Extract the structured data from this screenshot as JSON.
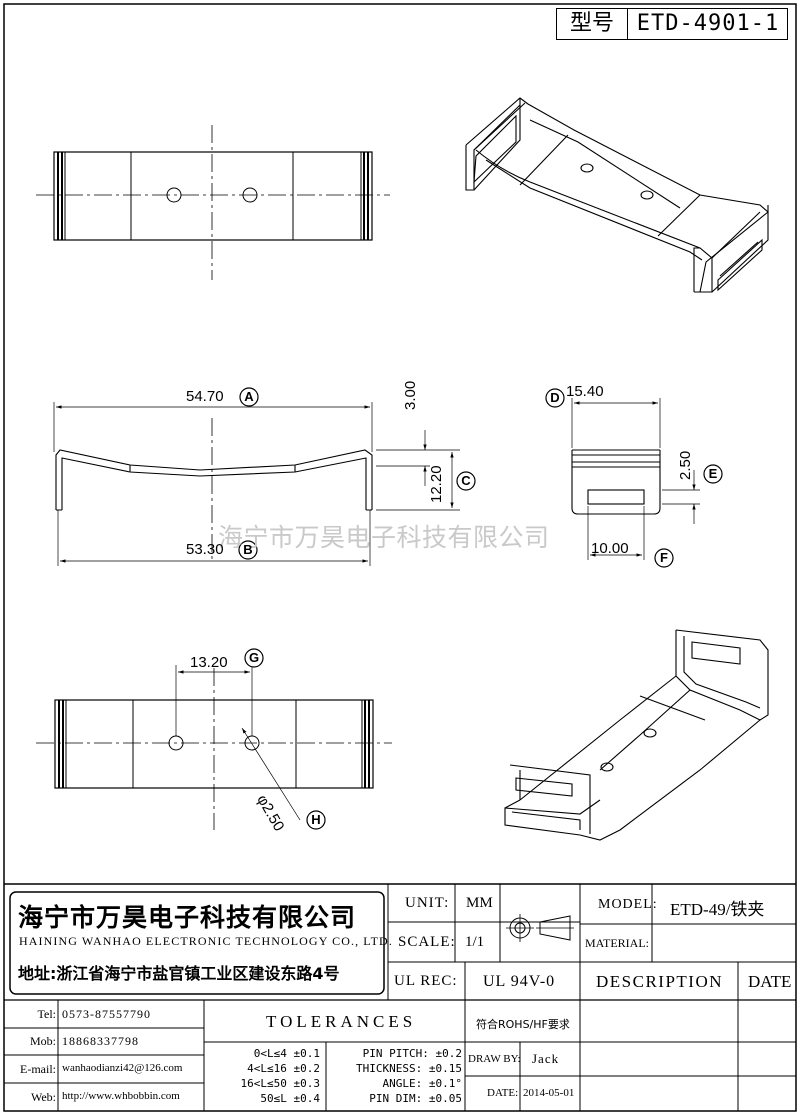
{
  "header": {
    "model_key": "型号",
    "model_value": "ETD-4901-1"
  },
  "watermark": "海宁市万昊电子科技有限公司",
  "dims": {
    "a_value": "54.70",
    "a_tag": "A",
    "b_value": "53.30",
    "b_tag": "B",
    "h1": "3.00",
    "h2": "12.20",
    "c_tag": "C",
    "width": "15.40",
    "d_tag": "D",
    "e_value": "2.50",
    "e_tag": "E",
    "f_value": "10.00",
    "f_tag": "F",
    "g_value": "13.20",
    "g_tag": "G",
    "h_value": "φ2.50",
    "h_tag": "H"
  },
  "company": {
    "name_cn": "海宁市万昊电子科技有限公司",
    "name_en": "HAINING WANHAO ELECTRONIC TECHNOLOGY CO., LTD.",
    "address": "地址:浙江省海宁市盐官镇工业区建设东路4号"
  },
  "contact": {
    "tel_label": "Tel:",
    "tel": "0573-87557790",
    "mob_label": "Mob:",
    "mob": "18868337798",
    "email_label": "E-mail:",
    "email": "wanhaodianzi42@126.com",
    "web_label": "Web:",
    "web": "http://www.whbobbin.com"
  },
  "spec": {
    "unit_label": "UNIT:",
    "unit": "MM",
    "scale_label": "SCALE:",
    "scale": "1/1",
    "ulrec_label": "UL REC:",
    "ulrec": "UL 94V-0",
    "model_label": "MODEL:",
    "model": "ETD-49/铁夹",
    "material_label": "MATERIAL:",
    "description": "DESCRIPTION",
    "date_head": "DATE",
    "rohs": "符合ROHS/HF要求",
    "drawby_label": "DRAW BY:",
    "drawby": "Jack",
    "date_label": "DATE:",
    "date": "2014-05-01"
  },
  "tolerances": {
    "title": "TOLERANCES",
    "ranges": [
      "0<L≤4 ±0.1",
      "4<L≤16 ±0.2",
      "16<L≤50 ±0.3",
      "50≤L ±0.4"
    ],
    "pins": [
      "PIN PITCH: ±0.2",
      "THICKNESS: ±0.15",
      "ANGLE: ±0.1°",
      "PIN DIM: ±0.05"
    ]
  }
}
